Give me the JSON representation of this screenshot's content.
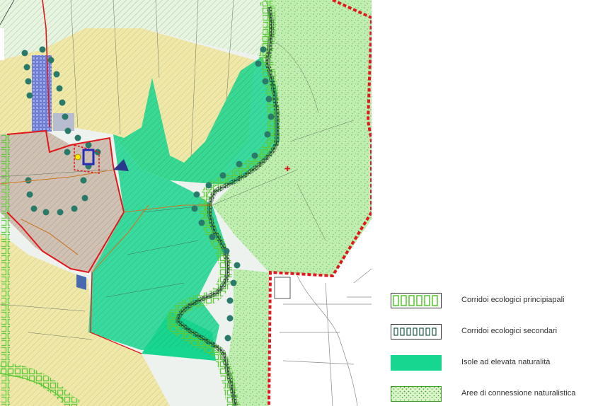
{
  "colors": {
    "primary_corridor": "#5ec93a",
    "secondary_corridor": "#1a5a4a",
    "high_naturalness": "#17d68f",
    "connection_area": "#b9ecaa",
    "agri_yellow": "#efe8a8",
    "built_brown": "#cfc2b4",
    "boundary_red": "#e0181e",
    "dots": "#2a7a6a"
  },
  "legend": {
    "items": [
      {
        "id": "primary",
        "label": "Corridoi ecologici principiapali",
        "icon": "primary-corridor-swatch"
      },
      {
        "id": "secondary",
        "label": "Corridoi ecologici secondari",
        "icon": "secondary-corridor-swatch"
      },
      {
        "id": "islands",
        "label": "Isole ad elevata naturalità",
        "icon": "high-naturalness-swatch"
      },
      {
        "id": "connection",
        "label": "Aree di connessione naturalistica",
        "icon": "connection-area-swatch"
      }
    ]
  }
}
